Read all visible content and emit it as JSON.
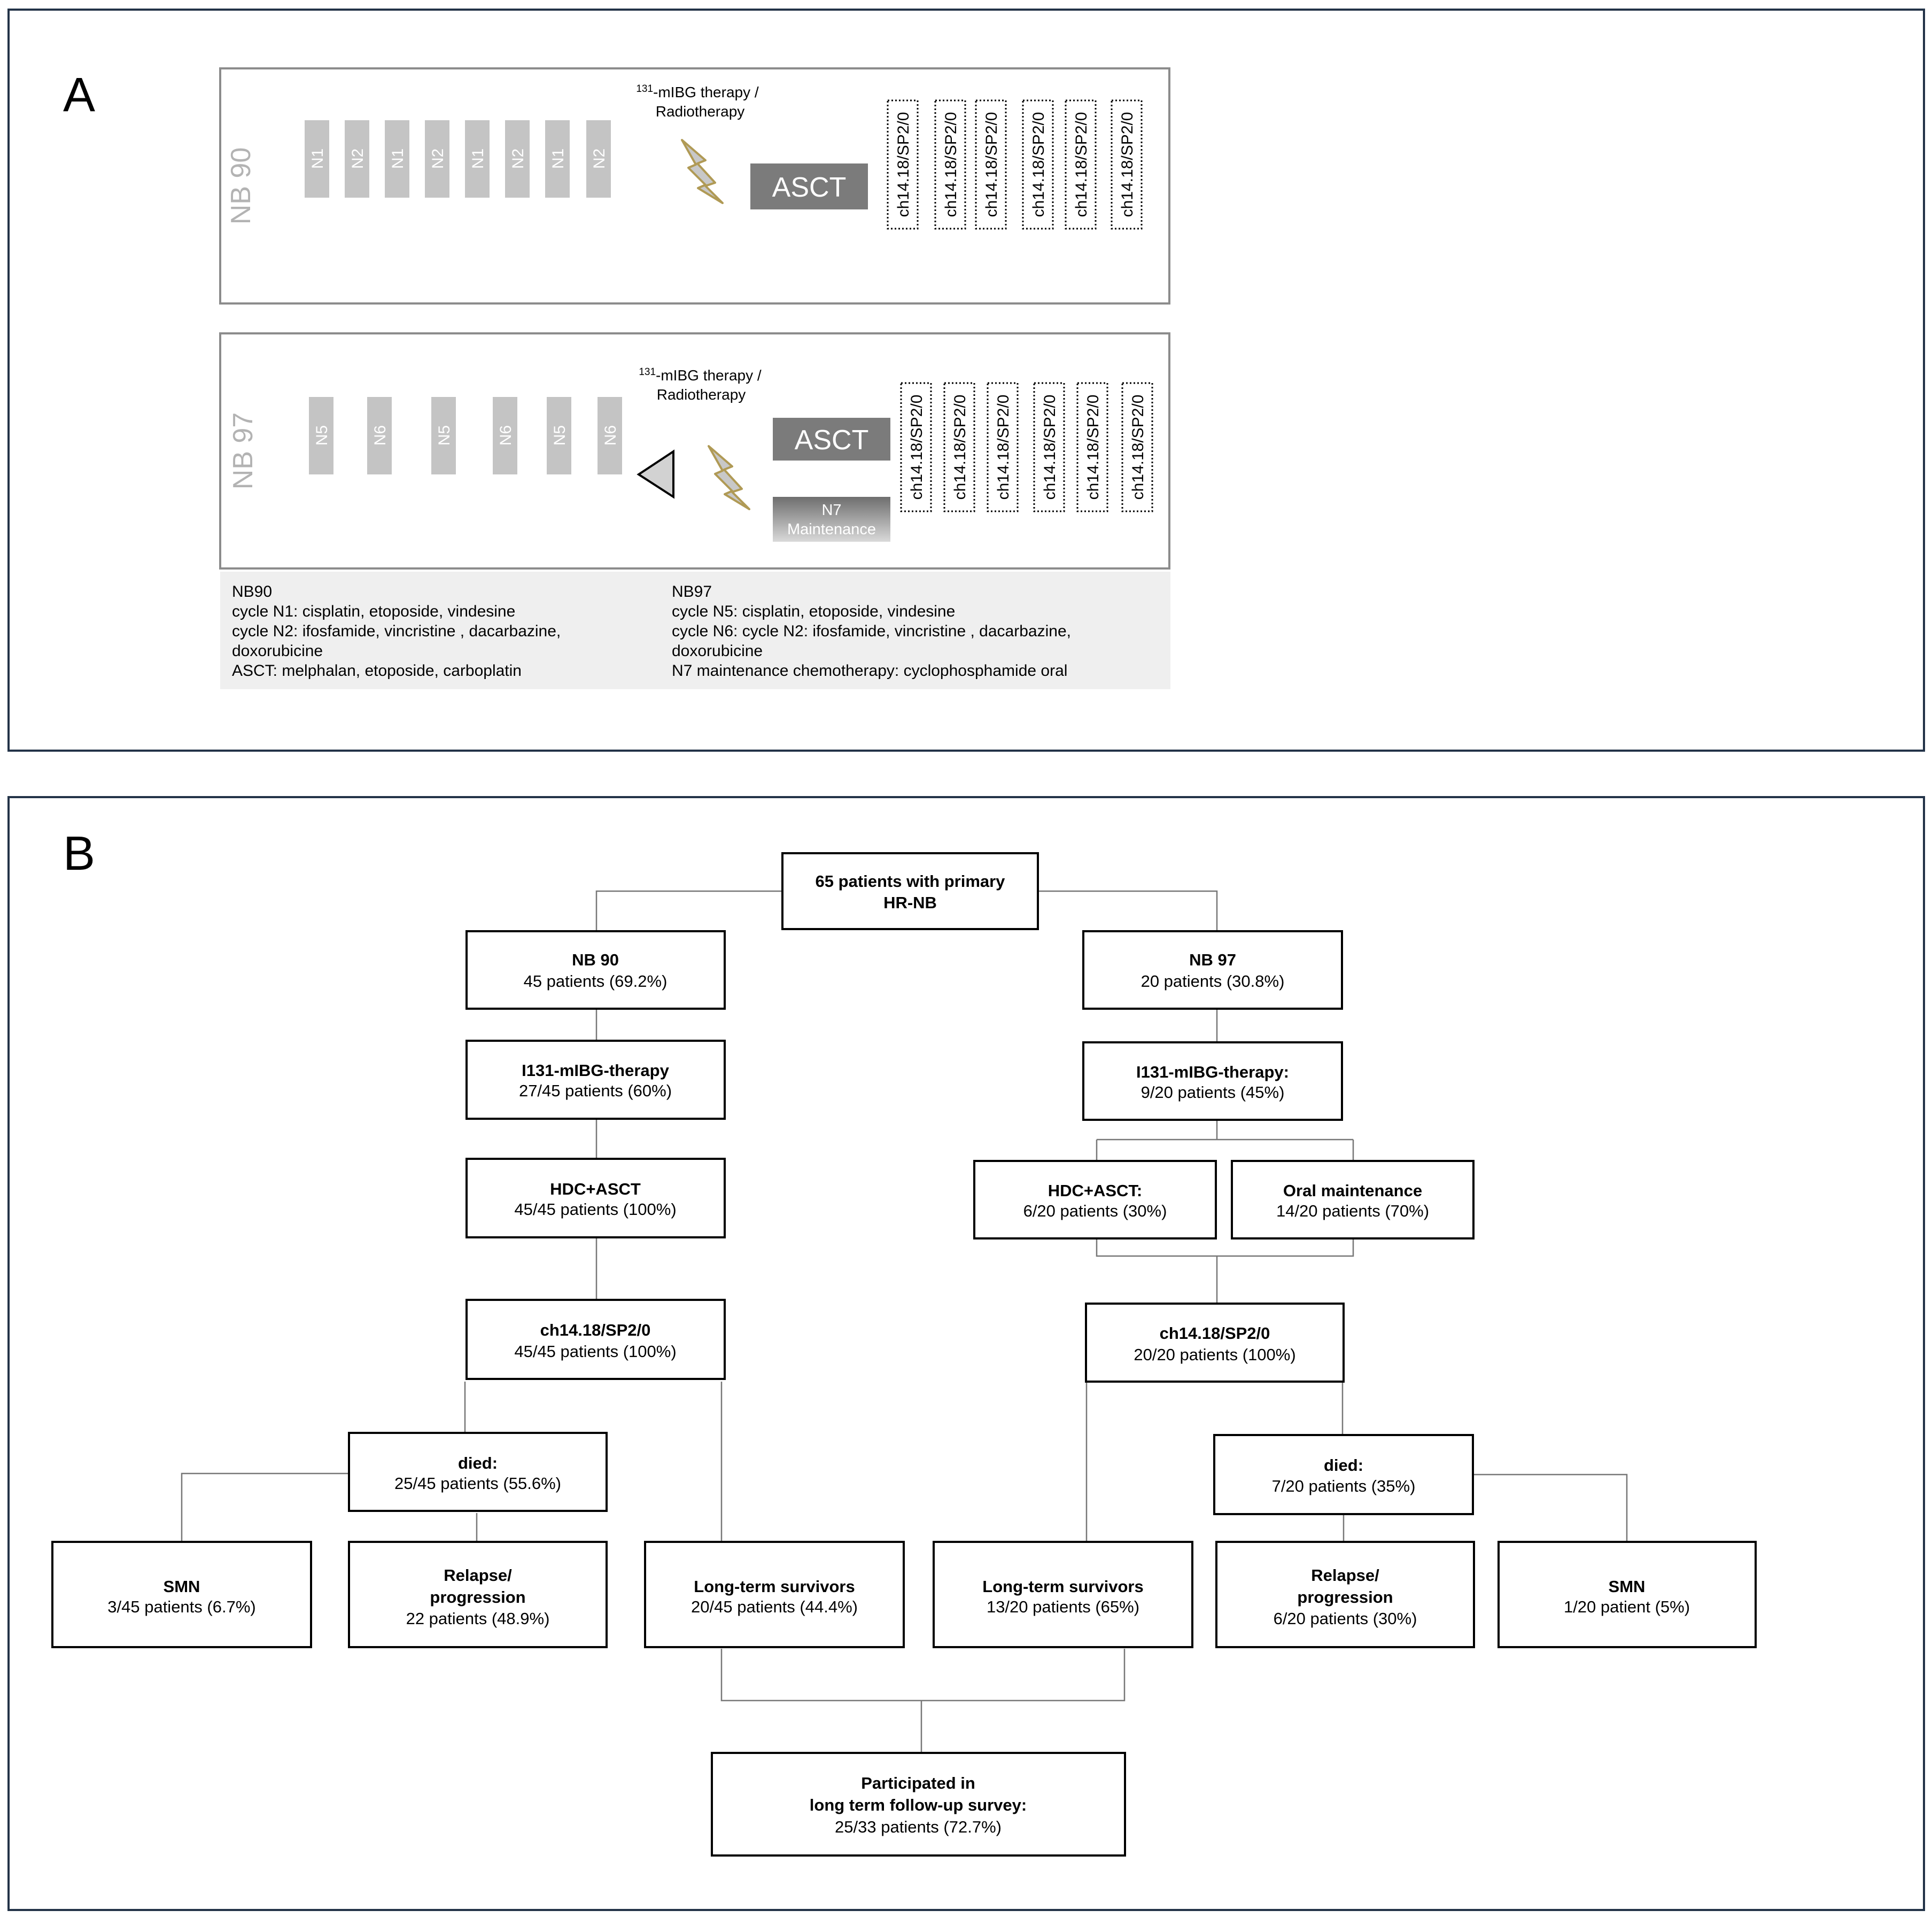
{
  "panel_a": {
    "letter": "A",
    "nb90": {
      "label": "NB 90",
      "cycles": [
        "N1",
        "N2",
        "N1",
        "N2",
        "N1",
        "N2",
        "N1",
        "N2"
      ],
      "mibg_label": "-mIBG therapy /",
      "mibg_superscript": "131",
      "radiotherapy_label": "Radiotherapy",
      "asct_label": "ASCT",
      "antibody_cycles": [
        "ch14.18/SP2/0",
        "ch14.18/SP2/0",
        "ch14.18/SP2/0",
        "ch14.18/SP2/0",
        "ch14.18/SP2/0",
        "ch14.18/SP2/0"
      ]
    },
    "nb97": {
      "label": "NB 97",
      "cycles": [
        "N5",
        "N6",
        "N5",
        "N6",
        "N5",
        "N6"
      ],
      "mibg_label": "-mIBG therapy /",
      "mibg_superscript": "131",
      "radiotherapy_label": "Radiotherapy",
      "asct_label": "ASCT",
      "n7_label_line1": "N7",
      "n7_label_line2": "Maintenance",
      "antibody_cycles": [
        "ch14.18/SP2/0",
        "ch14.18/SP2/0",
        "ch14.18/SP2/0",
        "ch14.18/SP2/0",
        "ch14.18/SP2/0",
        "ch14.18/SP2/0"
      ]
    },
    "legend": {
      "left": [
        "NB90",
        "cycle N1: cisplatin, etoposide, vindesine",
        "cycle N2: ifosfamide, vincristine , dacarbazine,",
        "doxorubicine",
        "ASCT: melphalan, etoposide, carboplatin"
      ],
      "right": [
        "NB97",
        "cycle N5: cisplatin, etoposide, vindesine",
        "cycle N6: cycle N2: ifosfamide, vincristine , dacarbazine,",
        "doxorubicine",
        "N7 maintenance chemotherapy: cyclophosphamide oral"
      ]
    }
  },
  "panel_b": {
    "letter": "B",
    "top": {
      "line1": "65 patients with primary",
      "line2": "HR-NB"
    },
    "nb90": {
      "title": "NB 90",
      "value": "45 patients (69.2%)"
    },
    "nb97": {
      "title": "NB 97",
      "value": "20 patients (30.8%)"
    },
    "mibg90": {
      "title": "I131-mIBG-therapy",
      "value": "27/45 patients (60%)"
    },
    "mibg97": {
      "title": "I131-mIBG-therapy:",
      "value": "9/20 patients (45%)"
    },
    "hdc90": {
      "title": "HDC+ASCT",
      "value": "45/45 patients (100%)"
    },
    "hdc97": {
      "title": "HDC+ASCT:",
      "value": "6/20 patients (30%)"
    },
    "oral97": {
      "title": "Oral maintenance",
      "value": "14/20 patients (70%)"
    },
    "ab90": {
      "title": "ch14.18/SP2/0",
      "value": "45/45 patients (100%)"
    },
    "ab97": {
      "title": "ch14.18/SP2/0",
      "value": "20/20 patients (100%)"
    },
    "died90": {
      "title": "died:",
      "value": "25/45 patients (55.6%)"
    },
    "died97": {
      "title": "died:",
      "value": "7/20 patients (35%)"
    },
    "smn90": {
      "title": "SMN",
      "value": "3/45 patients (6.7%)"
    },
    "relapse90": {
      "title1": "Relapse/",
      "title2": "progression",
      "value": "22 patients (48.9%)"
    },
    "lts90": {
      "title": "Long-term survivors",
      "value": "20/45 patients (44.4%)"
    },
    "lts97": {
      "title": "Long-term survivors",
      "value": "13/20 patients (65%)"
    },
    "relapse97": {
      "title1": "Relapse/",
      "title2": "progression",
      "value": "6/20 patients (30%)"
    },
    "smn97": {
      "title": "SMN",
      "value": "1/20 patient (5%)"
    },
    "survey": {
      "line1": "Participated in",
      "line2": "long term follow-up survey:",
      "value": "25/33 patients (72.7%)"
    }
  }
}
